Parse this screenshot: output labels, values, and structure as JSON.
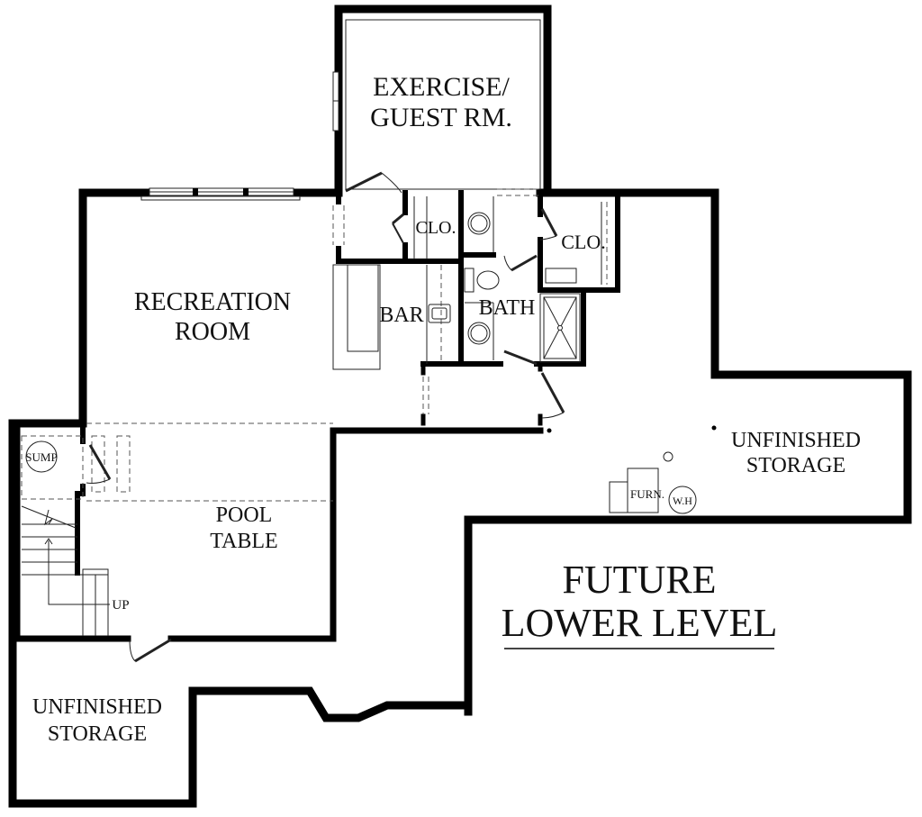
{
  "plan": {
    "title_line1": "FUTURE",
    "title_line2": "LOWER LEVEL",
    "colors": {
      "wall": "#000000",
      "background": "#ffffff",
      "text": "#111111",
      "fixture_line": "#222222"
    }
  },
  "rooms": {
    "exercise": {
      "line1": "EXERCISE/",
      "line2": "GUEST RM."
    },
    "recreation": {
      "line1": "RECREATION",
      "line2": "ROOM"
    },
    "closet_left": {
      "label": "CLO."
    },
    "closet_right": {
      "label": "CLO."
    },
    "bar": {
      "label": "BAR"
    },
    "bath": {
      "label": "BATH"
    },
    "pool": {
      "line1": "POOL",
      "line2": "TABLE"
    },
    "storage_right": {
      "line1": "UNFINISHED",
      "line2": "STORAGE"
    },
    "storage_left": {
      "line1": "UNFINISHED",
      "line2": "STORAGE"
    }
  },
  "fixtures": {
    "sump": "SUMP",
    "stairs_direction": "UP",
    "furnace": "FURN.",
    "water_heater": "W.H"
  }
}
